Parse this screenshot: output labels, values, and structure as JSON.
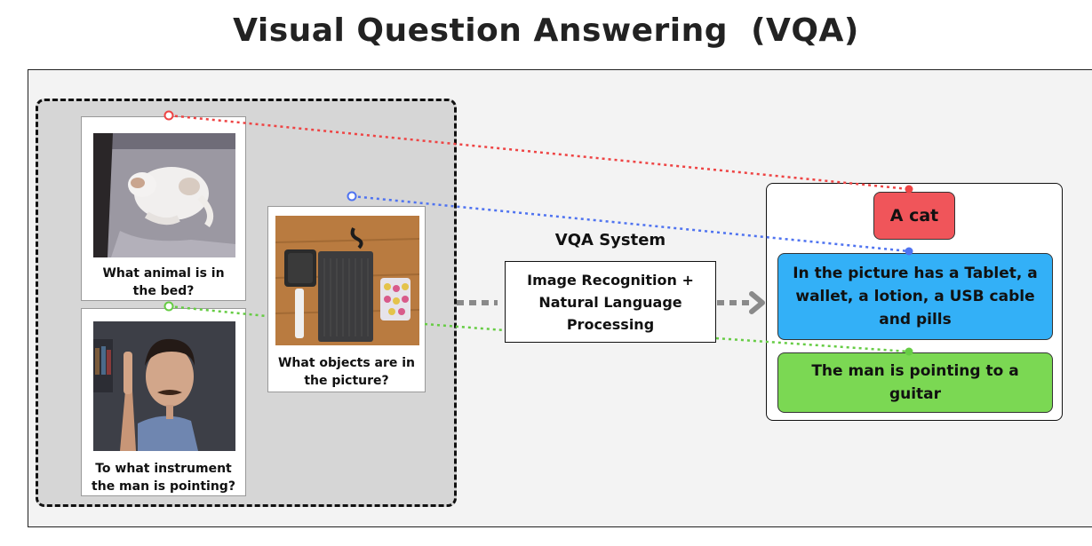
{
  "title": "Visual Question Answering  (VQA)",
  "questions": {
    "cat": "What animal is in the bed?",
    "objects": "What objects are in the picture?",
    "man": "To what instrument the man is pointing?"
  },
  "system": {
    "label": "VQA System",
    "box": "Image Recognition + Natural Language Processing"
  },
  "answers": {
    "cat": "A cat",
    "objects": "In the picture has a Tablet, a wallet, a  lotion, a USB cable and pills",
    "man": "The man is pointing to a guitar"
  },
  "colors": {
    "red": "#ee4444",
    "blue": "#4f73f0",
    "green": "#66cc44",
    "answer_red": "#f0555a",
    "answer_blue": "#33b0f7",
    "answer_green": "#7bd853",
    "arrow_gray": "#8a8a8a"
  }
}
